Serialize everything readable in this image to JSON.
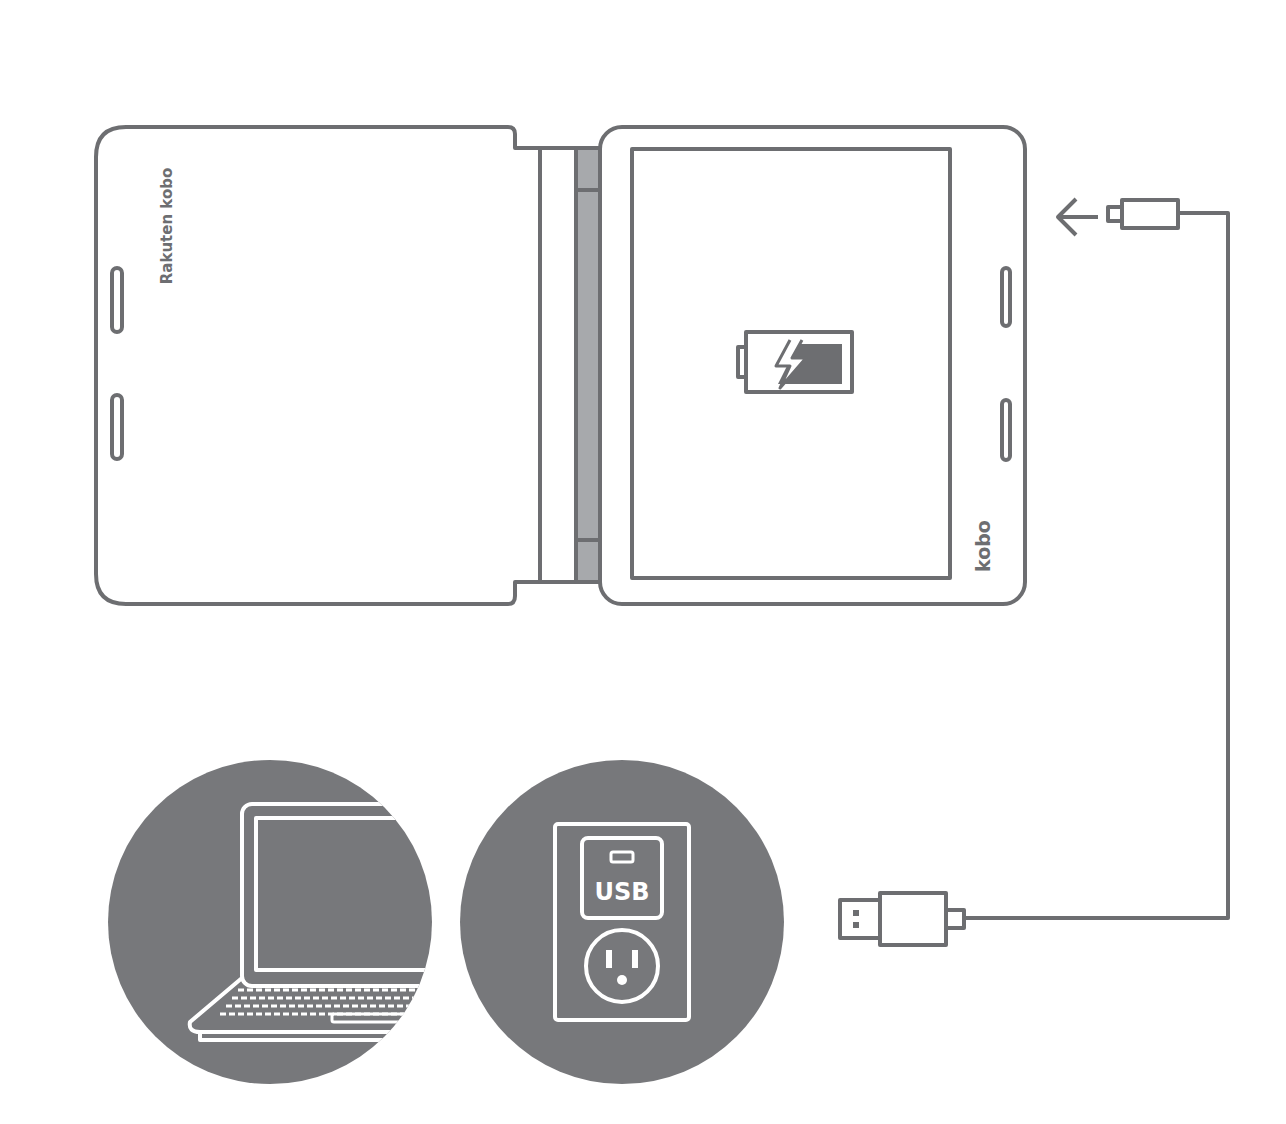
{
  "diagram": {
    "labels": [
      "Rakuten kobo",
      "kobo",
      "USB"
    ]
  }
}
